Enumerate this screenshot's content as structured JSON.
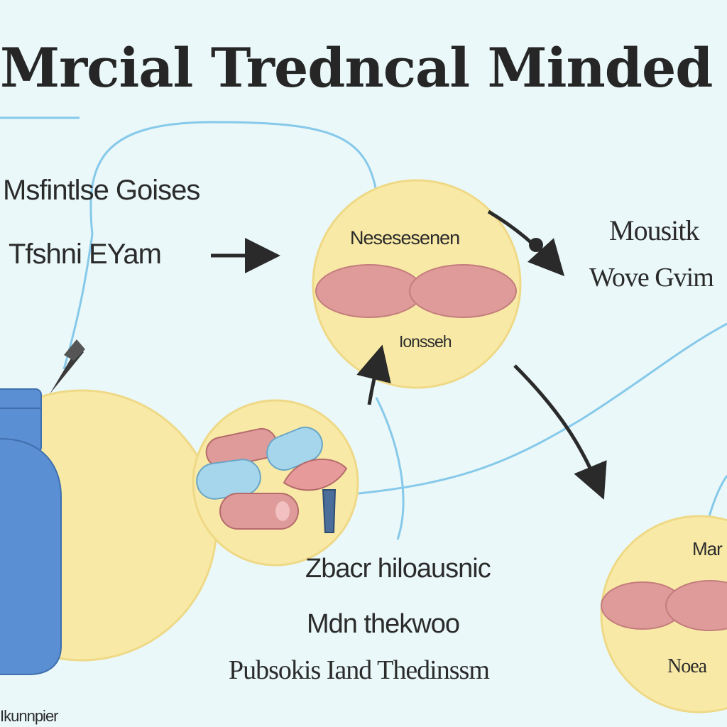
{
  "title": "Mrcial Tredncal Minded TS",
  "left_labels": {
    "line1": "Msfintlse Goises",
    "line2": "Tfshni EYam"
  },
  "top_node": {
    "header": "Nesesesenen",
    "footer": "Ionsseh"
  },
  "right_labels": {
    "line1": "Mousitk",
    "line2": "Wove Gvim"
  },
  "bottom_labels": {
    "line1": "Zbacr hiloausnic",
    "line2": "Mdn thekwoo",
    "line3": "Pubsokis Iand Thedinssm"
  },
  "bottom_right_node": {
    "header": "Mar",
    "footer": "Noea"
  },
  "bottle_label": "Ikunnpier",
  "colors": {
    "background": "#eaf8f9",
    "node_fill": "#f8eaa6",
    "node_stroke": "#efd987",
    "organ_red": "#df9a9a",
    "capsule_blue": "#a6d6ec",
    "bottle_blue": "#5b8fd3",
    "connector_blue": "#86c9ea",
    "arrow_dark": "#2a2a2a"
  }
}
